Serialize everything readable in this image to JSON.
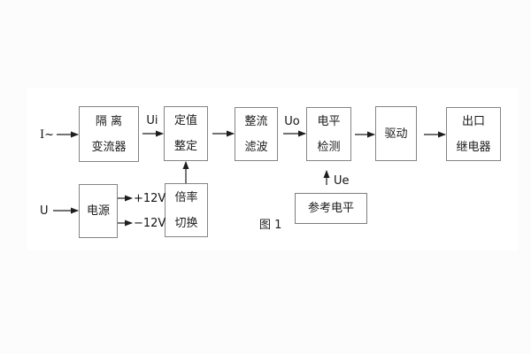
{
  "figure": {
    "caption": "图 1",
    "background_color": "#fcfcfc",
    "panel_color": "#ffffff",
    "box_border_color": "#848484",
    "line_color": "#1e1e1e",
    "text_color": "#1b1b1b"
  },
  "blocks": {
    "isolation": {
      "line1": "隔 离",
      "line2": "变流器"
    },
    "setting": {
      "line1": "定值",
      "line2": "整定"
    },
    "rectifier": {
      "line1": "整流",
      "line2": "滤波"
    },
    "level": {
      "line1": "电平",
      "line2": "检测"
    },
    "drive": {
      "line1": "驱动"
    },
    "output": {
      "line1": "出口",
      "line2": "继电器"
    },
    "power": {
      "line1": "电源"
    },
    "ratio": {
      "line1": "倍率",
      "line2": "切换"
    },
    "reference": {
      "line1": "参考电平"
    }
  },
  "labels": {
    "input_current": "I~",
    "input_voltage": "U",
    "ui": "Ui",
    "uo": "Uo",
    "ue": "Ue",
    "plus_12v": "+12V",
    "minus_12v": "−12V"
  }
}
